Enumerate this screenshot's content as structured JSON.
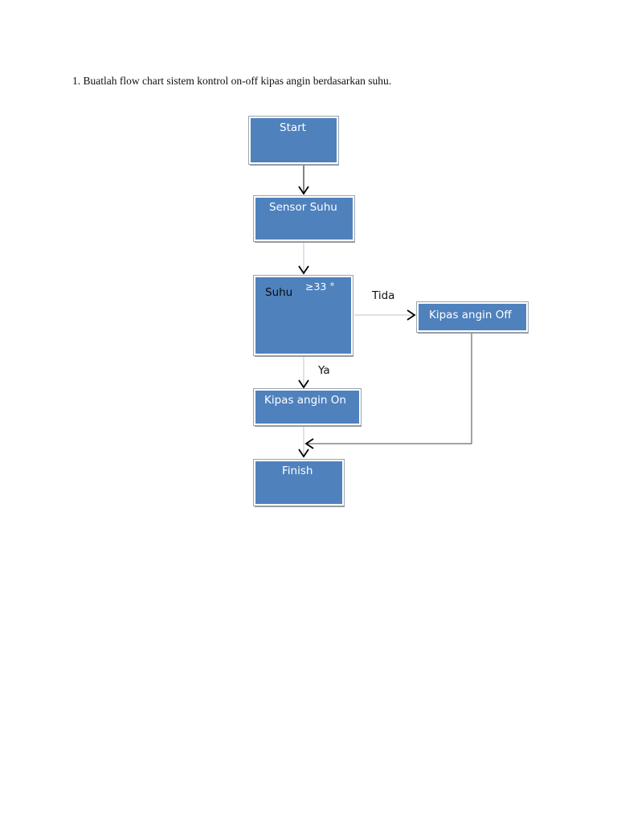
{
  "question": {
    "text": "1. Buatlah flow chart sistem kontrol on-off kipas angin berdasarkan suhu."
  },
  "flowchart": {
    "nodes": {
      "start": "Start",
      "sensor": "Sensor Suhu",
      "decision_label": "Suhu",
      "decision_condition": "≥33 °",
      "fan_off": "Kipas angin Off",
      "fan_on": "Kipas angin On",
      "finish": "Finish"
    },
    "edge_labels": {
      "no": "Tida",
      "yes": "Ya"
    },
    "colors": {
      "box_fill": "#4f81bd",
      "box_border": "#ffffff",
      "line": "#9aa0a6",
      "arrow": "#000000"
    }
  }
}
